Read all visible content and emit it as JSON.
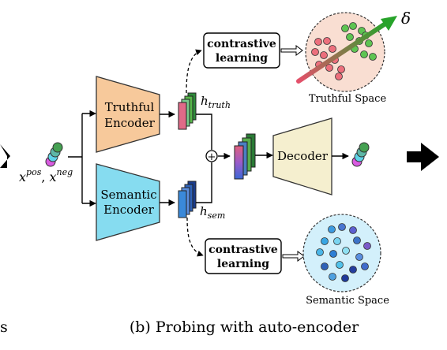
{
  "diagram": {
    "truthful_encoder_label": [
      "Truthful",
      "Encoder"
    ],
    "semantic_encoder_label": [
      "Semantic",
      "Encoder"
    ],
    "decoder_label": "Decoder",
    "contrastive_top": [
      "contrastive",
      "learning"
    ],
    "contrastive_bottom": [
      "contrastive",
      "learning"
    ],
    "h_truth": {
      "base": "h",
      "sub": "truth"
    },
    "h_sem": {
      "base": "h",
      "sub": "sem"
    },
    "input_label": {
      "x": "x",
      "pos": "pos",
      "sep": ", ",
      "neg": "neg"
    },
    "truthful_space_label": "Truthful Space",
    "semantic_space_label": "Semantic Space",
    "delta": "δ",
    "plus": "+",
    "caption": "(b) Probing with auto-encoder",
    "left_caption_fragment": "s"
  },
  "colors": {
    "truthful_encoder": "#f7c99b",
    "semantic_encoder": "#86dcf0",
    "decoder": "#f5efcf",
    "truthful_space_bg": "#f9ded2",
    "semantic_space_bg": "#d3f0fb",
    "arrow_dark": "#000000",
    "green_dot": "#5ec452",
    "red_dot": "#ec6f7c",
    "blue_dot": "#3d73c8",
    "delta_arrow_start": "#e4506a",
    "delta_arrow_end": "#27a32a"
  }
}
